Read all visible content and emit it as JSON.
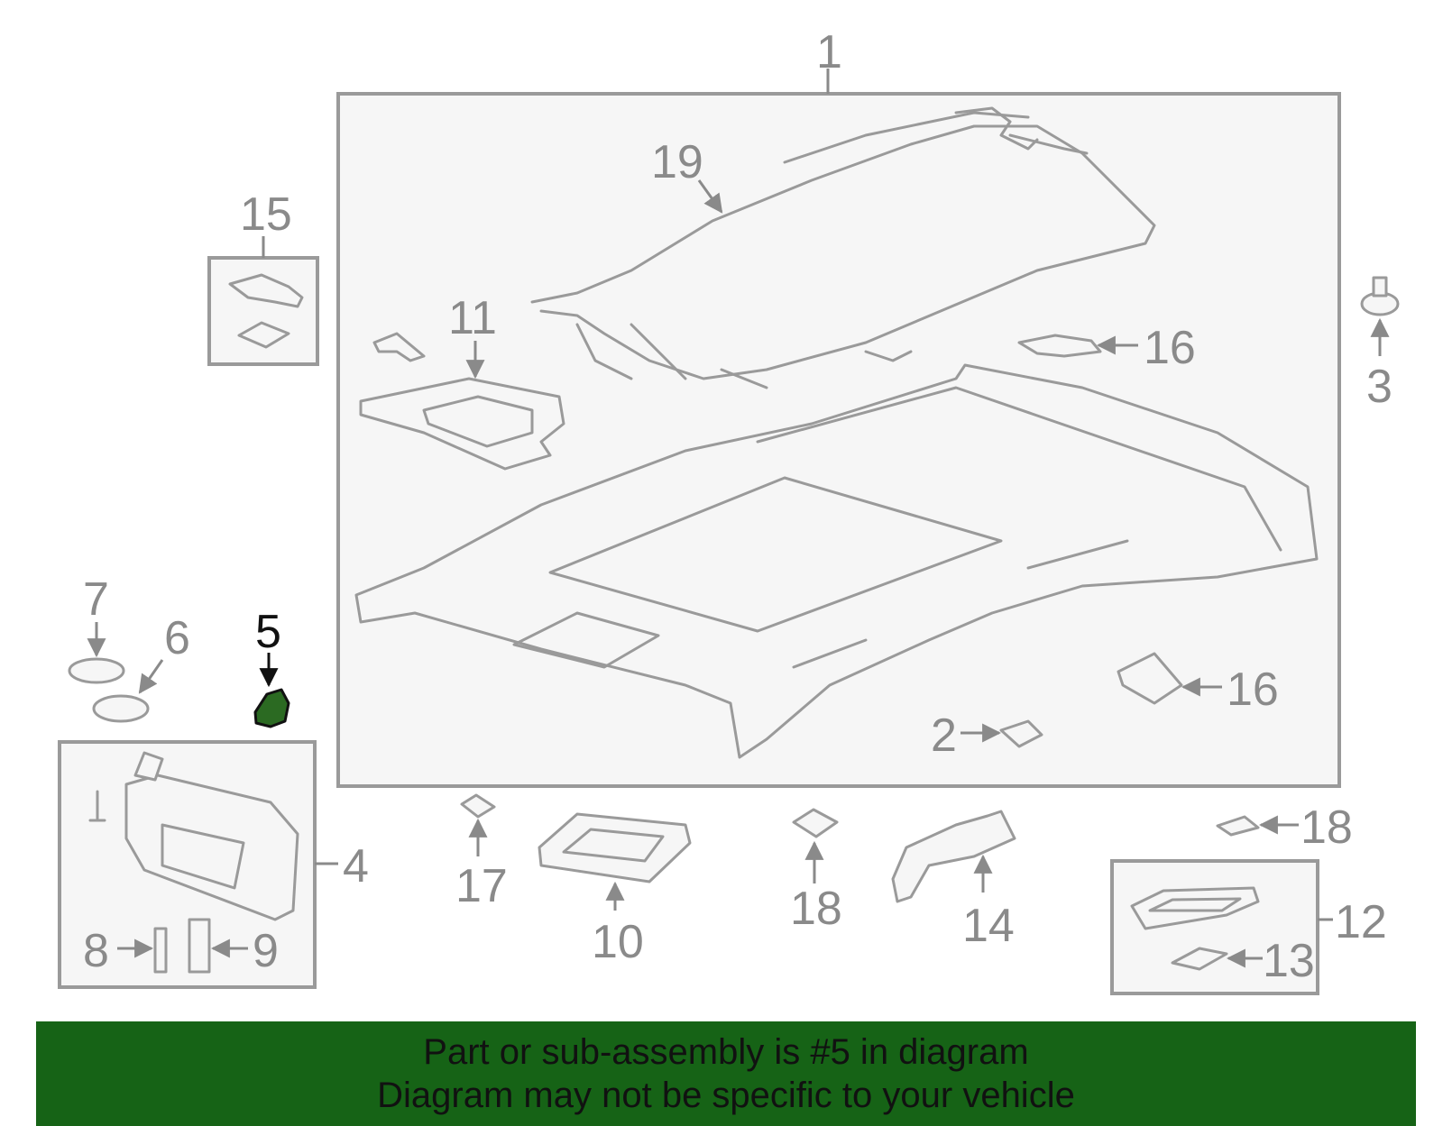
{
  "colors": {
    "banner_bg": "#166316",
    "highlight_part": "#2b6a22",
    "line_gray": "#9a9a9a",
    "label_gray": "#8a8a8a",
    "highlight_label": "#111111"
  },
  "callouts": {
    "c1": "1",
    "c2": "2",
    "c3": "3",
    "c4": "4",
    "c5": "5",
    "c6": "6",
    "c7": "7",
    "c8": "8",
    "c9": "9",
    "c10": "10",
    "c11": "11",
    "c12": "12",
    "c13": "13",
    "c14": "14",
    "c15": "15",
    "c16a": "16",
    "c16b": "16",
    "c17": "17",
    "c18a": "18",
    "c18b": "18",
    "c19": "19"
  },
  "banner": {
    "line1": "Part or sub-assembly is #5 in diagram",
    "line2": "Diagram may not be specific to your vehicle"
  }
}
